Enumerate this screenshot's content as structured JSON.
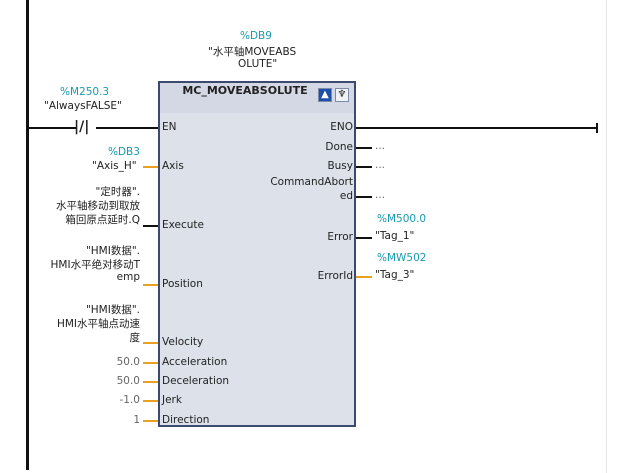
{
  "instance": {
    "db": "%DB9",
    "name_line1": "\"水平轴MOVEABS",
    "name_line2": "OLUTE\""
  },
  "block": {
    "title": "MC_MOVEABSOLUTE"
  },
  "contact": {
    "address": "%M250.3",
    "name": "\"AlwaysFALSE\""
  },
  "inputs": {
    "en": "EN",
    "axis": {
      "pin": "Axis",
      "address": "%DB3",
      "value": "\"Axis_H\""
    },
    "execute": {
      "pin": "Execute",
      "line1": "\"定时器\".",
      "line2": "水平轴移动到取放",
      "line3": "箱回原点延时.Q"
    },
    "position": {
      "pin": "Position",
      "line1": "\"HMI数据\".",
      "line2": "HMI水平绝对移动T",
      "line3": "emp"
    },
    "velocity": {
      "pin": "Velocity",
      "line1": "\"HMI数据\".",
      "line2": "HMI水平轴点动速",
      "line3": "度"
    },
    "acceleration": {
      "pin": "Acceleration",
      "value": "50.0"
    },
    "deceleration": {
      "pin": "Deceleration",
      "value": "50.0"
    },
    "jerk": {
      "pin": "Jerk",
      "value": "-1.0"
    },
    "direction": {
      "pin": "Direction",
      "value": "1"
    }
  },
  "outputs": {
    "eno": "ENO",
    "done": {
      "pin": "Done",
      "value": "..."
    },
    "busy": {
      "pin": "Busy",
      "value": "..."
    },
    "aborted": {
      "pin1": "CommandAbort",
      "pin2": "ed",
      "value": "..."
    },
    "error": {
      "pin": "Error",
      "address": "%M500.0",
      "value": "\"Tag_1\""
    },
    "errorid": {
      "pin": "ErrorId",
      "address": "%MW502",
      "value": "\"Tag_3\""
    }
  }
}
